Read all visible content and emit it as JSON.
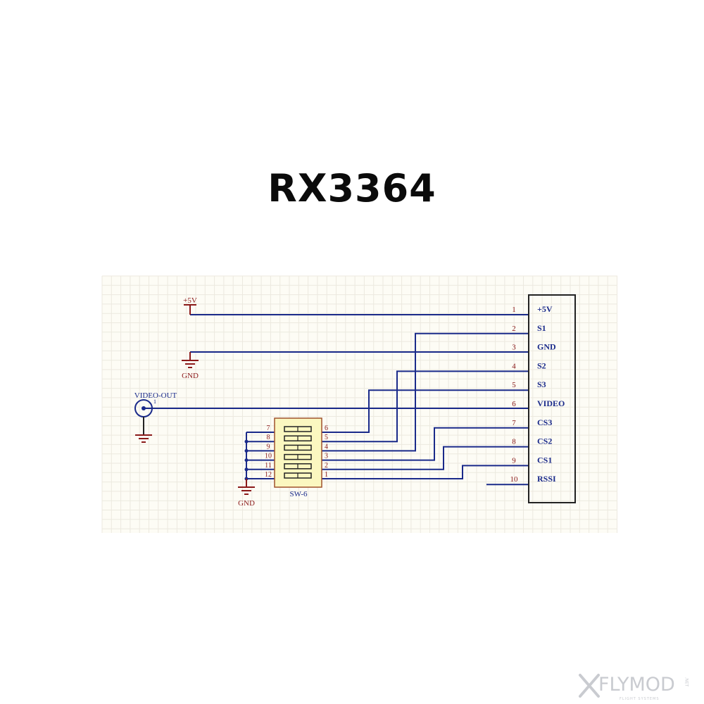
{
  "title": "RX3364",
  "colors": {
    "wire": "#1a2a8a",
    "pin_label": "#8b1a1a",
    "power_symbol": "#8b1a1a",
    "net_label": "#1a2a8a",
    "grid_bg": "#fdfcf5",
    "grid_line": "#ece9df",
    "switch_fill": "#fbf7c0",
    "switch_border": "#a0522d"
  },
  "power": {
    "vcc_label": "+5V",
    "gnd_label": "GND",
    "switch_gnd_label": "GND"
  },
  "video_out": {
    "label": "VIDEO-OUT",
    "pin": "1"
  },
  "switch": {
    "designator": "SW-6",
    "left_pins": [
      "7",
      "8",
      "9",
      "10",
      "11",
      "12"
    ],
    "right_pins": [
      "6",
      "5",
      "4",
      "3",
      "2",
      "1"
    ]
  },
  "connector": {
    "pins": [
      {
        "num": "1",
        "name": "+5V"
      },
      {
        "num": "2",
        "name": "S1"
      },
      {
        "num": "3",
        "name": "GND"
      },
      {
        "num": "4",
        "name": "S2"
      },
      {
        "num": "5",
        "name": "S3"
      },
      {
        "num": "6",
        "name": "VIDEO"
      },
      {
        "num": "7",
        "name": "CS3"
      },
      {
        "num": "8",
        "name": "CS2"
      },
      {
        "num": "9",
        "name": "CS1"
      },
      {
        "num": "10",
        "name": "RSSI"
      }
    ]
  },
  "watermark": {
    "brand": "FLYMOD",
    "tagline": "FLIGHT SYSTEMS",
    "suffix": ".NET"
  }
}
